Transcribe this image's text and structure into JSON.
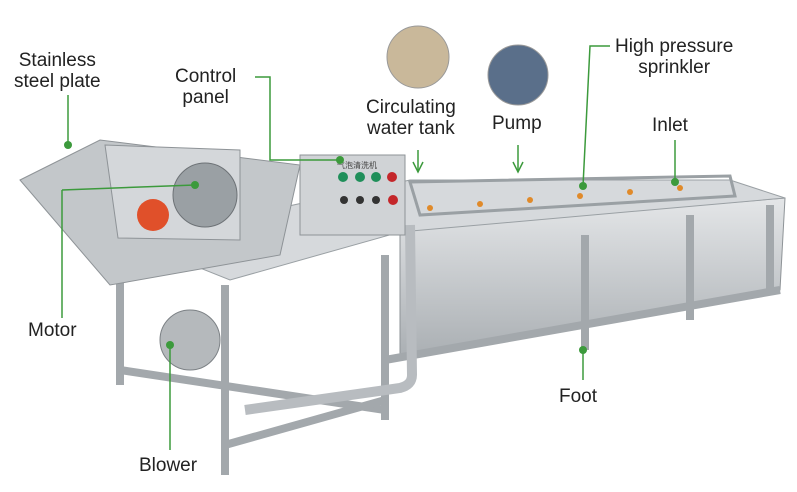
{
  "labels": {
    "stainless": [
      "Stainless",
      "steel plate"
    ],
    "control": [
      "Control",
      "panel"
    ],
    "tank": [
      "Circulating",
      "water tank"
    ],
    "pump": "Pump",
    "sprinkler": [
      "High pressure",
      "sprinkler"
    ],
    "inlet": "Inlet",
    "motor": "Motor",
    "foot": "Foot",
    "blower": "Blower"
  },
  "panel_text": "气泡清洗机",
  "colors": {
    "callout": "#3c9a3c",
    "steel": "#c9cdd0",
    "steel_dark": "#8e9397",
    "button_green": "#1f8f5a",
    "button_red": "#c4262a"
  }
}
